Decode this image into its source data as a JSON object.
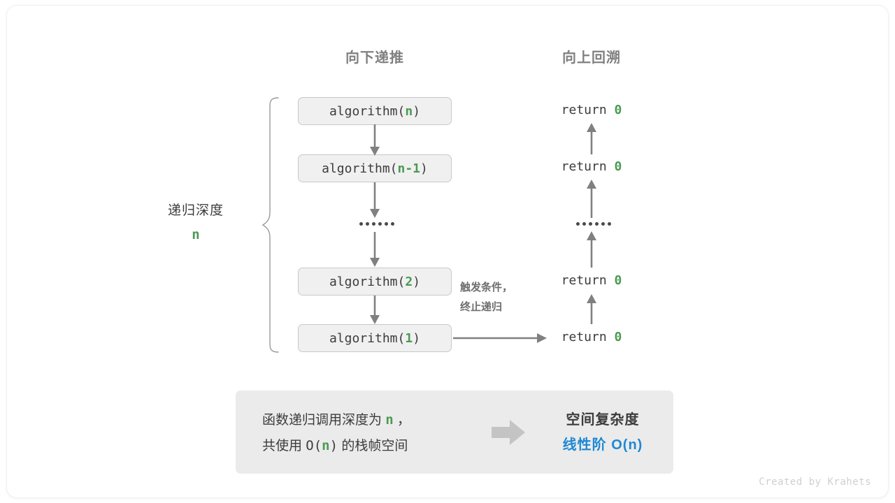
{
  "columns": {
    "down_label": "向下递推",
    "up_label": "向上回溯"
  },
  "depth": {
    "label": "递归深度",
    "value": "n"
  },
  "calls": [
    {
      "name": "algorithm(",
      "arg": "n",
      "close": ")"
    },
    {
      "name": "algorithm(",
      "arg": "n-1",
      "close": ")"
    },
    {
      "name": "algorithm(",
      "arg": "2",
      "close": ")"
    },
    {
      "name": "algorithm(",
      "arg": "1",
      "close": ")"
    }
  ],
  "returns": [
    {
      "keyword": "return ",
      "value": "0"
    },
    {
      "keyword": "return ",
      "value": "0"
    },
    {
      "keyword": "return ",
      "value": "0"
    },
    {
      "keyword": "return ",
      "value": "0"
    }
  ],
  "trigger_note": {
    "line1": "触发条件，",
    "line2": "终止递归"
  },
  "summary": {
    "left_line1_pre": "函数递归调用深度为 ",
    "left_line1_var": "n",
    "left_line1_post": " ，",
    "left_line2_pre": "共使用 ",
    "left_line2_big_o_open": "O(",
    "left_line2_var": "n",
    "left_line2_big_o_close": ")",
    "left_line2_post": " 的栈帧空间",
    "right_title": "空间复杂度",
    "right_value": "线性阶 O(n)"
  },
  "watermark": "Created by Krahets",
  "colors": {
    "accent_green": "#4c9a53",
    "accent_blue": "#1e88d4",
    "text_dark": "#3c3c3c",
    "text_gray": "#808080",
    "box_fill": "#f0f0f0",
    "box_border": "#c8c8c8",
    "panel_fill": "#ebebeb",
    "arrow_gray": "#808080"
  },
  "icons": {
    "down_arrow": "down-arrow-icon",
    "up_arrow": "up-arrow-icon",
    "right_arrow": "right-arrow-icon",
    "brace": "curly-brace-icon",
    "ellipsis": "ellipsis-icon",
    "block_arrow": "block-arrow-icon"
  }
}
